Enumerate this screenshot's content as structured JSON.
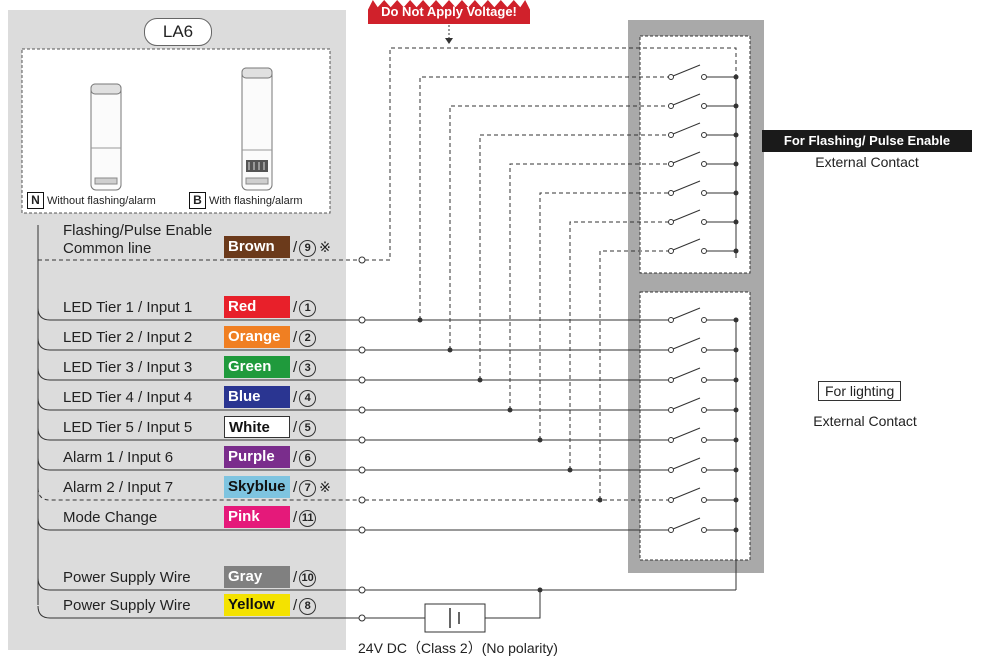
{
  "model": "LA6",
  "warning": "Do Not Apply Voltage!",
  "options": [
    {
      "letter": "N",
      "label": "Without flashing/alarm"
    },
    {
      "letter": "B",
      "label": "With flashing/alarm"
    }
  ],
  "common_line": {
    "label_line1": "Flashing/Pulse Enable",
    "label_line2": "Common line",
    "color_name": "Brown",
    "color": "#6b3a1b",
    "text_color": "#ffffff",
    "number": "9",
    "note": "※"
  },
  "wires": [
    {
      "label": "LED Tier 1 / Input 1",
      "color_name": "Red",
      "color": "#e8202a",
      "text_color": "#ffffff",
      "number": "1",
      "note": ""
    },
    {
      "label": "LED Tier 2 / Input 2",
      "color_name": "Orange",
      "color": "#f07f22",
      "text_color": "#ffffff",
      "number": "2",
      "note": ""
    },
    {
      "label": "LED Tier 3 / Input 3",
      "color_name": "Green",
      "color": "#1f9a3c",
      "text_color": "#ffffff",
      "number": "3",
      "note": ""
    },
    {
      "label": "LED Tier 4 / Input 4",
      "color_name": "Blue",
      "color": "#2a3591",
      "text_color": "#ffffff",
      "number": "4",
      "note": ""
    },
    {
      "label": "LED Tier 5 / Input 5",
      "color_name": "White",
      "color": "#ffffff",
      "text_color": "#111111",
      "number": "5",
      "note": ""
    },
    {
      "label": "Alarm 1 / Input 6",
      "color_name": "Purple",
      "color": "#7a2d8c",
      "text_color": "#ffffff",
      "number": "6",
      "note": ""
    },
    {
      "label": "Alarm 2 / Input 7",
      "color_name": "Skyblue",
      "color": "#7ec4e0",
      "text_color": "#111111",
      "number": "7",
      "note": "※"
    },
    {
      "label": "Mode Change",
      "color_name": "Pink",
      "color": "#e5197a",
      "text_color": "#ffffff",
      "number": "11",
      "note": ""
    },
    {
      "label": "Power Supply Wire",
      "color_name": "Gray",
      "color": "#808080",
      "text_color": "#ffffff",
      "number": "10",
      "note": ""
    },
    {
      "label": "Power Supply Wire",
      "color_name": "Yellow",
      "color": "#f4e200",
      "text_color": "#111111",
      "number": "8",
      "note": ""
    }
  ],
  "flashing_block": {
    "title": "For Flashing/ Pulse Enable",
    "subtitle": "External Contact"
  },
  "lighting_block": {
    "title": "For lighting",
    "subtitle": "External Contact"
  },
  "power_supply": "24V DC（Class 2）(No polarity)"
}
